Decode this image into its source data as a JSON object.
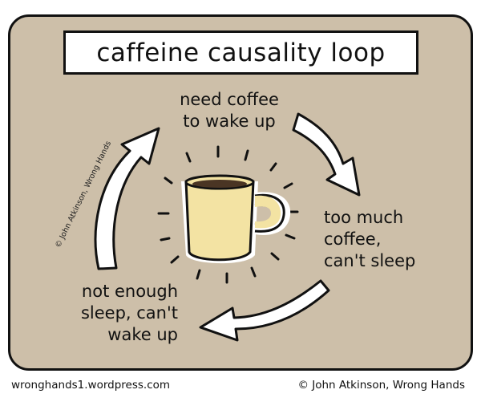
{
  "title": "caffeine causality loop",
  "labels": {
    "top_line1": "need coffee",
    "top_line2": "to wake up",
    "right_line1": "too much",
    "right_line2": "coffee,",
    "right_line3": "can't sleep",
    "left_line1": "not enough",
    "left_line2": "sleep, can't",
    "left_line3": "wake up"
  },
  "credit_vertical": "© John Atkinson, Wrong Hands",
  "footer": {
    "left": "wronghands1.wordpress.com",
    "right": "© John Atkinson, Wrong Hands"
  },
  "icons": [
    "coffee-mug-icon",
    "arrow-icon"
  ],
  "colors": {
    "background": "#cdbfa9",
    "mug": "#f3e3a3",
    "coffee": "#4a3524",
    "outline": "#111111"
  }
}
